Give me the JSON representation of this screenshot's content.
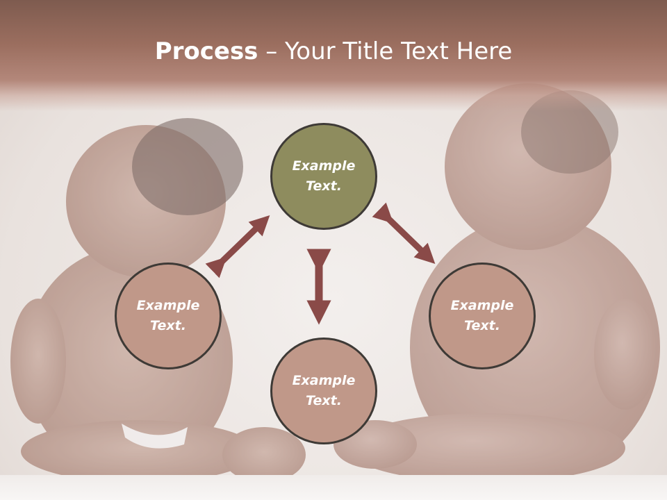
{
  "title": {
    "bold": "Process",
    "rest": " – Your Title Text Here"
  },
  "nodes": {
    "top": "Example Text.",
    "left": "Example Text.",
    "bottom": "Example Text.",
    "right": "Example Text."
  },
  "colors": {
    "accent_olive": "#8e8c5e",
    "node_rose": "#c09889",
    "arrow": "#8a4a48",
    "header": "#9b6e5f"
  },
  "background_image": "two babies sitting facing each other"
}
